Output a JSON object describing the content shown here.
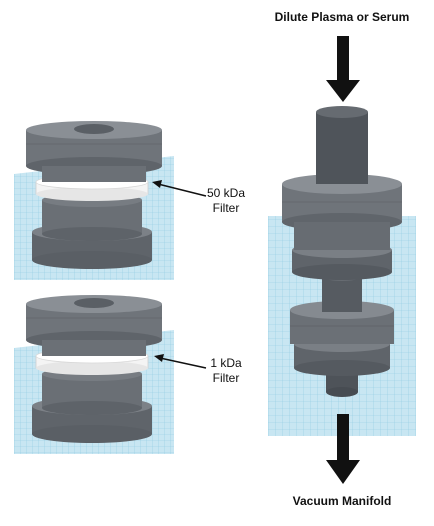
{
  "top_label": "Dilute Plasma or Serum",
  "bottom_label": "Vacuum Manifold",
  "filters": [
    {
      "line1": "50 kDa",
      "line2": "Filter"
    },
    {
      "line1": "1 kDa",
      "line2": "Filter"
    }
  ],
  "colors": {
    "body_gray": "#6f747a",
    "body_dark": "#5a5f65",
    "top_face": "#8a8f95",
    "filter_white": "#f4f4f4",
    "grid_blue": "#c8e6f2",
    "grid_line": "#8fcbe2",
    "arrow": "#111111"
  }
}
